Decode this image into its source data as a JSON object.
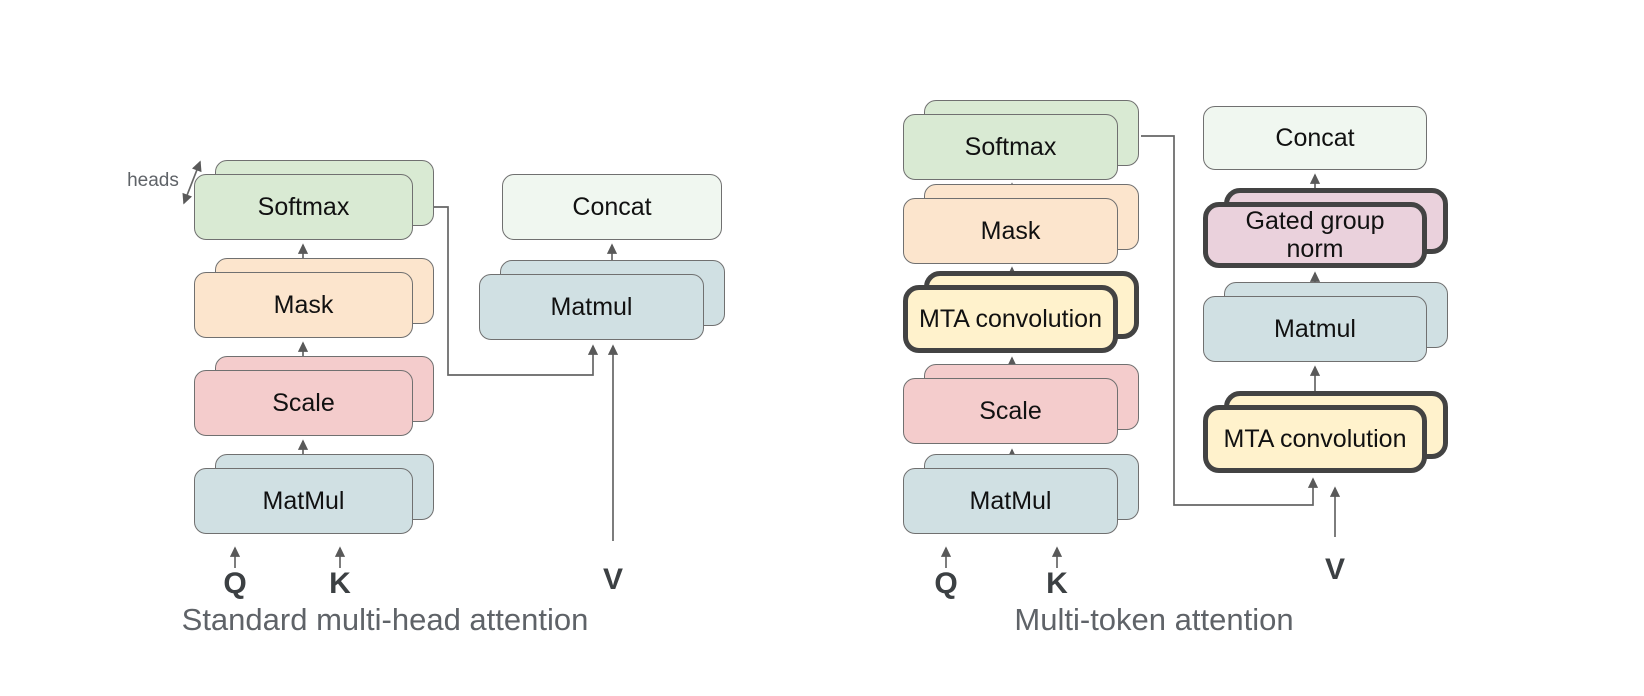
{
  "figure": {
    "left": {
      "caption": "Standard multi-head attention",
      "heads_label": "heads",
      "inputs": {
        "q": "Q",
        "k": "K",
        "v": "V"
      },
      "nodes": {
        "softmax": "Softmax",
        "mask": "Mask",
        "scale": "Scale",
        "matmul_qk": "MatMul",
        "matmul_av": "Matmul",
        "concat": "Concat"
      }
    },
    "right": {
      "caption": "Multi-token attention",
      "inputs": {
        "q": "Q",
        "k": "K",
        "v": "V"
      },
      "nodes": {
        "softmax": "Softmax",
        "mask": "Mask",
        "mta_convolution_qk": "MTA convolution",
        "scale": "Scale",
        "matmul_qk": "MatMul",
        "concat": "Concat",
        "gated_group_norm": "Gated group norm",
        "matmul_av": "Matmul",
        "mta_convolution_v": "MTA convolution"
      }
    },
    "colors": {
      "softmax_fill": "#d9ead3",
      "mask_fill": "#fce5cd",
      "scale_fill": "#f4cccc",
      "matmul_fill": "#d0e0e3",
      "concat_fill": "#f0f7f0",
      "mta_convolution_fill": "#fff2cc",
      "gated_group_norm_fill": "#ead1dc",
      "thin_border": "#707070",
      "emphasis_border": "#434343",
      "connector": "#666666",
      "node_text": "#111111",
      "caption_text": "#5f6368",
      "qkv_text": "#3c4043"
    }
  }
}
